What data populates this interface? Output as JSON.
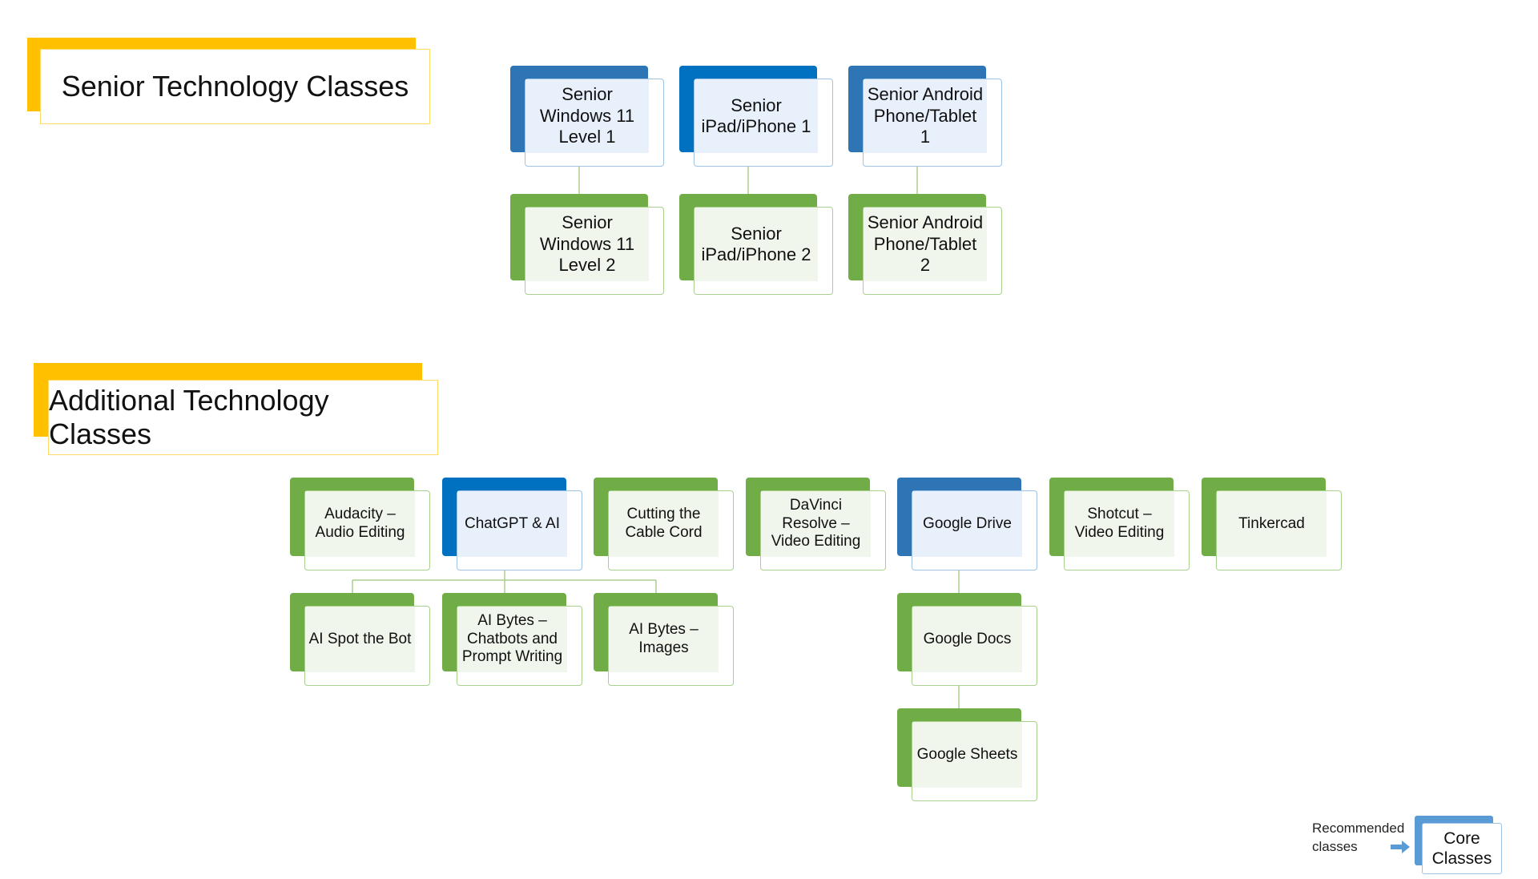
{
  "headers": {
    "senior": "Senior Technology Classes",
    "additional": "Additional Technology Classes"
  },
  "senior": {
    "windows_1": "Senior\nWindows 11\nLevel 1",
    "windows_2": "Senior\nWindows 11\nLevel 2",
    "ipad_1": "Senior\niPad/iPhone 1",
    "ipad_2": "Senior\niPad/iPhone 2",
    "android_1": "Senior Android\nPhone/Tablet\n1",
    "android_2": "Senior Android\nPhone/Tablet\n2"
  },
  "additional": {
    "audacity": "Audacity –\nAudio Editing",
    "chatgpt": "ChatGPT & AI",
    "cutting": "Cutting the\nCable Cord",
    "davinci": "DaVinci\nResolve –\nVideo Editing",
    "google_drive": "Google Drive",
    "shotcut": "Shotcut –\nVideo Editing",
    "tinkercad": "Tinkercad",
    "ai_spot": "AI Spot the Bot",
    "ai_chatbots": "AI Bytes –\nChatbots and\nPrompt Writing",
    "ai_images": "AI Bytes –\nImages",
    "google_docs": "Google Docs",
    "google_sheets": "Google Sheets"
  },
  "legend": {
    "text": "Recommended\nclasses",
    "box": "Core\nClasses"
  },
  "colors": {
    "core_blue": "#2e75b6",
    "followup_green": "#70ad47",
    "header_gold": "#ffc000"
  }
}
